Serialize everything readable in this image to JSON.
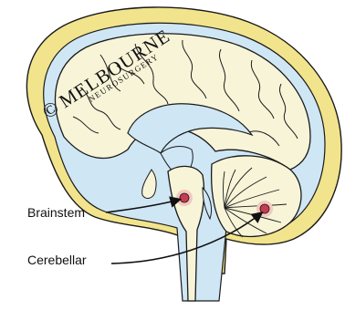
{
  "labels": {
    "brainstem": "Brainstem",
    "cerebellar": "Cerebellar"
  },
  "watermark": {
    "copyright": "©",
    "line1": "MELBOURNE",
    "line2": "NEUROSURGERY"
  },
  "colors": {
    "skull": "#f2e48c",
    "csf": "#cfe6f5",
    "brain": "#f8f4d8",
    "lesion": "#c73a52",
    "lesion_halo": "#f1c9bf",
    "outline": "#1a1a1a"
  }
}
